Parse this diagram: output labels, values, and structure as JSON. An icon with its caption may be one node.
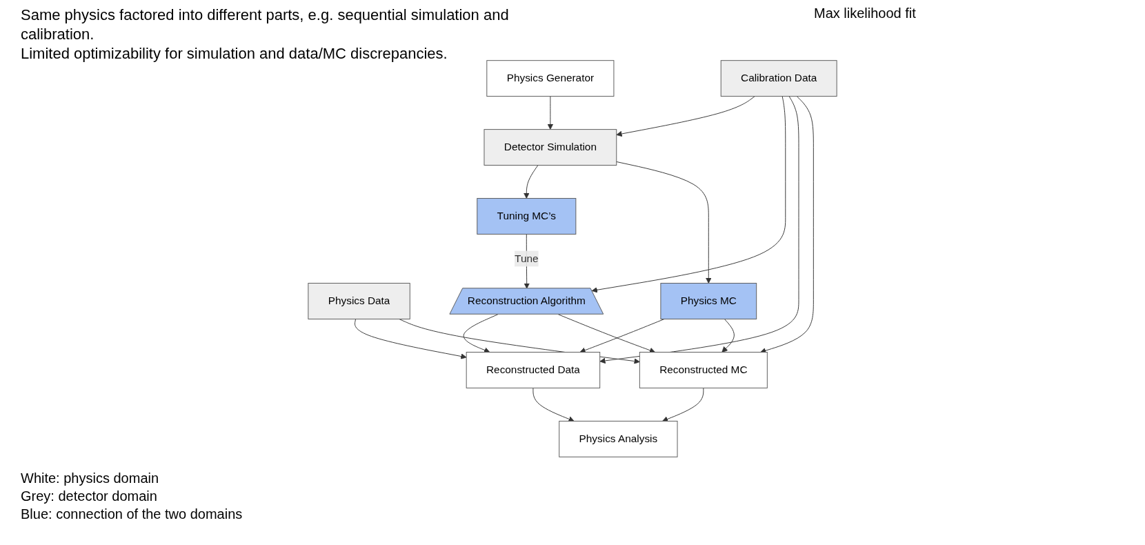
{
  "diagram": {
    "nodes": [
      {
        "text": [
          "Physics Generator"
        ]
      },
      {
        "text": [
          "Calibration Data"
        ]
      },
      {
        "text": [
          "Physics Data"
        ]
      },
      {
        "text": [
          "Reconstructed Data"
        ]
      },
      {
        "text": [
          "Detector Simulation"
        ]
      },
      {
        "text": [
          "Tuning MC’s"
        ]
      },
      {
        "text": [
          "Reconstruction Algorithm"
        ]
      },
      {
        "text": [
          "Physics MC"
        ]
      },
      {
        "text": [
          "Physics Analysis"
        ]
      },
      {
        "text": [
          "Reconstructed MC"
        ]
      }
    ],
    "edges": [
      {
        "from": 0,
        "to": 4,
        "arrow": "to"
      },
      {
        "from": 1,
        "to": 4,
        "arrow": "to"
      },
      {
        "from": 4,
        "to": 5,
        "arrow": "to"
      },
      {
        "from": 5,
        "to": 6,
        "arrow": "to",
        "label": "Tune"
      },
      {
        "from": 1,
        "to": 6,
        "arrow": "to"
      },
      {
        "from": 4,
        "to": 7,
        "arrow": "to"
      },
      {
        "from": 1,
        "to": 3,
        "arrow": "to"
      },
      {
        "from": 1,
        "to": 9,
        "arrow": "to"
      },
      {
        "from": 2,
        "to": 3,
        "arrow": "to"
      },
      {
        "from": 2,
        "to": 9,
        "arrow": "to"
      },
      {
        "from": 6,
        "to": 3,
        "arrow": "to"
      },
      {
        "from": 6,
        "to": 9,
        "arrow": "to"
      },
      {
        "from": 7,
        "to": 3,
        "arrow": "to"
      },
      {
        "from": 7,
        "to": 9,
        "arrow": "to"
      },
      {
        "from": 3,
        "to": 8,
        "arrow": "to"
      },
      {
        "from": 9,
        "to": 8,
        "arrow": "to"
      }
    ],
    "labels": [
      "Same physics factored into different parts, e.g. sequential simulation and calibration.",
      "Limited optimizability for simulation and data/MC discrepancies.",
      "Max likelihood fit",
      "White: physics domain",
      "Grey: detector domain",
      "Blue: connection of the two domains"
    ]
  }
}
